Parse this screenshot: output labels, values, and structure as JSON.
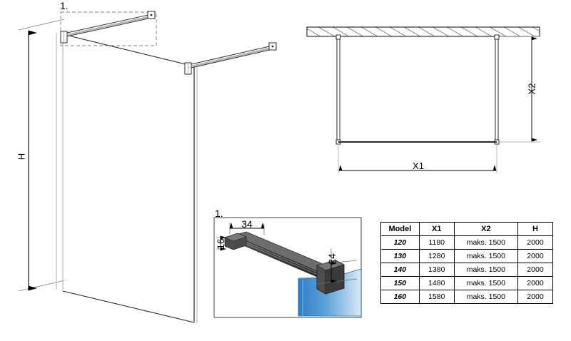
{
  "drawing": {
    "title_callouts": {
      "detail_marker_main": "1.",
      "detail_marker_box": "1."
    },
    "elevation_view": {
      "height_label": "H"
    },
    "plan_view": {
      "width_label": "X1",
      "depth_label": "X2"
    },
    "detail_view": {
      "dim_top": "34",
      "dim_left": "16",
      "dim_right": "24"
    }
  },
  "table": {
    "headers": [
      "Model",
      "X1",
      "X2",
      "H"
    ],
    "rows": [
      [
        "120",
        "1180",
        "maks. 1500",
        "2000"
      ],
      [
        "130",
        "1280",
        "maks. 1500",
        "2000"
      ],
      [
        "140",
        "1380",
        "maks. 1500",
        "2000"
      ],
      [
        "150",
        "1480",
        "maks. 1500",
        "2000"
      ],
      [
        "160",
        "1580",
        "maks. 1500",
        "2000"
      ]
    ]
  },
  "colors": {
    "line": "#1a1a1a",
    "thin_line": "#7a7a7a",
    "glass_blue_dark": "#2f7fc4",
    "glass_blue_light": "#d8e9f6",
    "bar_dark": "#3a3a3a",
    "bar_mid": "#555555",
    "bar_light": "#8a8a8a",
    "box_border": "#6f6f6f"
  }
}
